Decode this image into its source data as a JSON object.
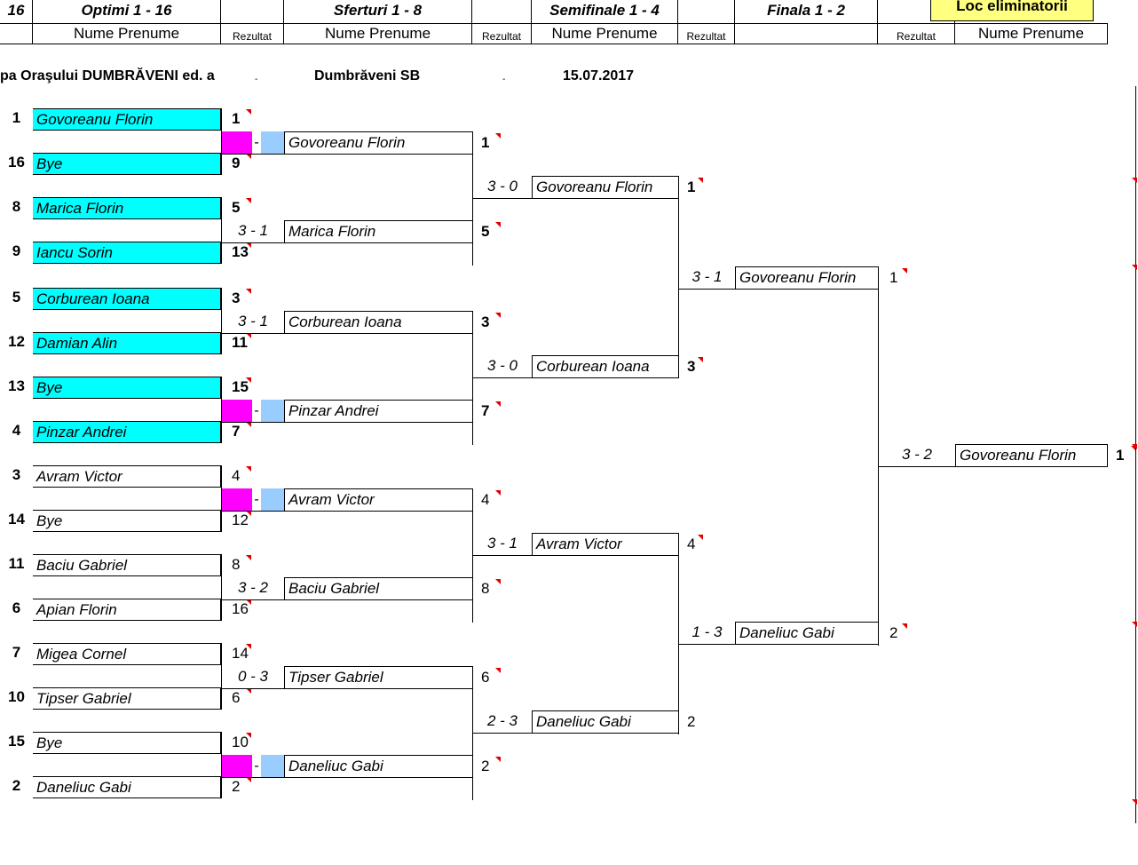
{
  "header": {
    "col_num": "16",
    "optimi": "Optimi 1 - 16",
    "sferturi": "Sferturi 1 - 8",
    "semifinale": "Semifinale 1 - 4",
    "finala": "Finala 1 - 2",
    "loc_button": "Loc eliminatorii",
    "nume": "Nume Prenume",
    "rezultat": "Rezultat"
  },
  "event": {
    "title": "pa Oraşului DUMBRĂVENI ed. a",
    "dash1": "-",
    "location": "Dumbrăveni SB",
    "dash2": "-",
    "date": "15.07.2017"
  },
  "round16": [
    {
      "seed": "1",
      "name": "Govoreanu Florin",
      "num": "1",
      "cyan": true,
      "bold": true
    },
    {
      "seed": "16",
      "name": "Bye",
      "num": "9",
      "cyan": true,
      "bold": true
    },
    {
      "seed": "8",
      "name": "Marica Florin",
      "num": "5",
      "cyan": true,
      "bold": true
    },
    {
      "seed": "9",
      "name": "Iancu Sorin",
      "num": "13",
      "cyan": true,
      "bold": true
    },
    {
      "seed": "5",
      "name": "Corburean Ioana",
      "num": "3",
      "cyan": true,
      "bold": true
    },
    {
      "seed": "12",
      "name": "Damian Alin",
      "num": "11",
      "cyan": true,
      "bold": true
    },
    {
      "seed": "13",
      "name": "Bye",
      "num": "15",
      "cyan": true,
      "bold": true
    },
    {
      "seed": "4",
      "name": "Pinzar Andrei",
      "num": "7",
      "cyan": true,
      "bold": true
    },
    {
      "seed": "3",
      "name": "Avram Victor",
      "num": "4",
      "cyan": false,
      "bold": false
    },
    {
      "seed": "14",
      "name": "Bye",
      "num": "12",
      "cyan": false,
      "bold": false
    },
    {
      "seed": "11",
      "name": "Baciu Gabriel",
      "num": "8",
      "cyan": false,
      "bold": false
    },
    {
      "seed": "6",
      "name": "Apian Florin",
      "num": "16",
      "cyan": false,
      "bold": false
    },
    {
      "seed": "7",
      "name": "Migea Cornel",
      "num": "14",
      "cyan": false,
      "bold": false
    },
    {
      "seed": "10",
      "name": "Tipser Gabriel",
      "num": "6",
      "cyan": false,
      "bold": false
    },
    {
      "seed": "15",
      "name": "Bye",
      "num": "10",
      "cyan": false,
      "bold": false
    },
    {
      "seed": "2",
      "name": "Daneliuc Gabi",
      "num": "2",
      "cyan": false,
      "bold": false
    }
  ],
  "quarterfinals": [
    {
      "score": "",
      "bye": true,
      "name": "Govoreanu Florin",
      "num": "1",
      "bold": true
    },
    {
      "score": "3  -  1",
      "bye": false,
      "name": "Marica Florin",
      "num": "5",
      "bold": true
    },
    {
      "score": "3  -  1",
      "bye": false,
      "name": "Corburean Ioana",
      "num": "3",
      "bold": true
    },
    {
      "score": "",
      "bye": true,
      "name": "Pinzar Andrei",
      "num": "7",
      "bold": true
    },
    {
      "score": "",
      "bye": true,
      "name": "Avram Victor",
      "num": "4",
      "bold": false
    },
    {
      "score": "3  -  2",
      "bye": false,
      "name": "Baciu Gabriel",
      "num": "8",
      "bold": false
    },
    {
      "score": "0  -  3",
      "bye": false,
      "name": "Tipser Gabriel",
      "num": "6",
      "bold": false
    },
    {
      "score": "",
      "bye": true,
      "name": "Daneliuc Gabi",
      "num": "2",
      "bold": false
    }
  ],
  "bye_dash": "-",
  "semifinals": [
    {
      "score": "3  -  0",
      "name": "Govoreanu Florin",
      "num": "1",
      "bold": true
    },
    {
      "score": "3  -  0",
      "name": "Corburean Ioana",
      "num": "3",
      "bold": true
    },
    {
      "score": "3  -  1",
      "name": "Avram Victor",
      "num": "4",
      "bold": false
    },
    {
      "score": "2  -  3",
      "name": "Daneliuc Gabi",
      "num": "2",
      "bold": false
    }
  ],
  "final_pair": [
    {
      "score": "3  -  1",
      "name": "Govoreanu Florin",
      "num": "1"
    },
    {
      "score": "1  -  3",
      "name": "Daneliuc Gabi",
      "num": "2"
    }
  ],
  "winner": {
    "score": "3   -   2",
    "name": "Govoreanu Florin",
    "num": "1"
  }
}
